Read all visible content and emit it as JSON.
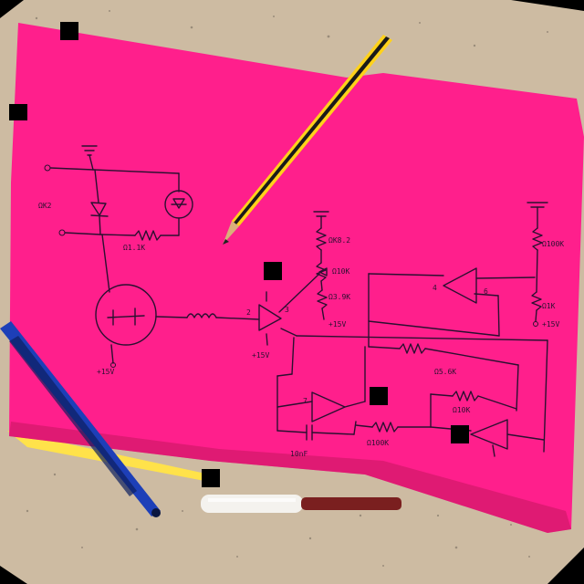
{
  "image": {
    "width": 640,
    "height": 640,
    "colors": {
      "background": "#000000",
      "table": "#cdbba2",
      "table_speckle": "#6f665a",
      "paper": "#ff1f8c",
      "paper_shadow": "#c4165f",
      "paper_under": "#ffe24a",
      "ink": "#2a1030",
      "pencil_body": "#ffd21a",
      "pencil_stripe": "#1a1a1a",
      "pen_blue": "#1d3fb8",
      "marker_white": "#f4f2ee",
      "marker_red": "#7a1f1f",
      "redaction": "#000000"
    },
    "objects": [
      "table-surface",
      "pink-paper-sheet",
      "circuit-schematic",
      "yellow-pencil",
      "blue-pen",
      "white-marker"
    ]
  },
  "schematic_labels": {
    "l1": "ΩK2",
    "l2": "Ω1.1K",
    "l3": "ΩK8.2",
    "l4": "Ω10K",
    "l5": "Ω3.9K",
    "l6": "+15V",
    "l7": "+15V",
    "l8": "+15V",
    "l9": "Ω100K",
    "l10": "Ω1K",
    "l11": "+15V",
    "l12": "Ω5.6K",
    "l13": "Ω100K",
    "l14": "Ω10K",
    "l15": "10nF",
    "p3": "3",
    "p2": "2",
    "p6": "6",
    "p4": "4",
    "p7": "7"
  }
}
